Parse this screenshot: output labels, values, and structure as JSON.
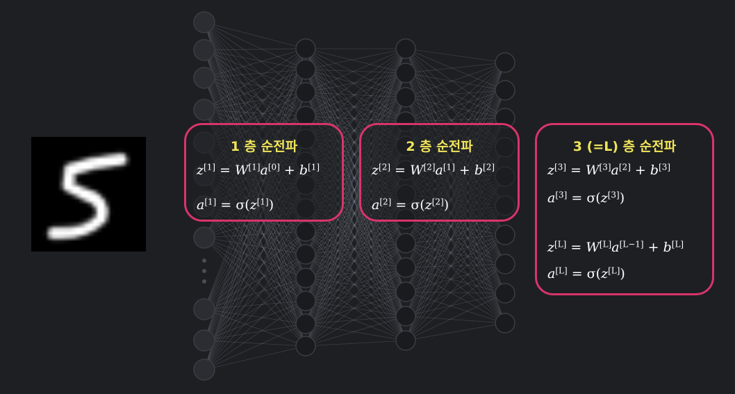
{
  "input_image": {
    "label": "handwritten-digit-5"
  },
  "network": {
    "layers": [
      {
        "label": "input"
      },
      {
        "label": "hidden-1"
      },
      {
        "label": "hidden-2"
      },
      {
        "label": "output"
      }
    ]
  },
  "boxes": [
    {
      "title": "1 층 순전파",
      "equations": [
        {
          "lhs": "z",
          "lhs_sup": "[1]",
          "rhs_prefix": " = ",
          "rhs": "W",
          "rhs_sup": "[1]",
          "a": "a",
          "a_sup": "[0]",
          "plus": " + ",
          "b": "b",
          "b_sup": "[1]"
        },
        {
          "lhs": "a",
          "lhs_sup": "[1]",
          "mid": " = σ(",
          "arg": "z",
          "arg_sup": "[1]",
          "close": ")"
        }
      ]
    },
    {
      "title": "2 층 순전파",
      "equations": [
        {
          "lhs": "z",
          "lhs_sup": "[2]",
          "rhs_prefix": " = ",
          "rhs": "W",
          "rhs_sup": "[2]",
          "a": "a",
          "a_sup": "[1]",
          "plus": " + ",
          "b": "b",
          "b_sup": "[2]"
        },
        {
          "lhs": "a",
          "lhs_sup": "[2]",
          "mid": " = σ(",
          "arg": "z",
          "arg_sup": "[2]",
          "close": ")"
        }
      ]
    },
    {
      "title": "3 (=L) 층 순전파",
      "equations": [
        {
          "lhs": "z",
          "lhs_sup": "[3]",
          "rhs_prefix": " = ",
          "rhs": "W",
          "rhs_sup": "[3]",
          "a": "a",
          "a_sup": "[2]",
          "plus": " + ",
          "b": "b",
          "b_sup": "[3]"
        },
        {
          "lhs": "a",
          "lhs_sup": "[3]",
          "mid": " = σ(",
          "arg": "z",
          "arg_sup": "[3]",
          "close": ")"
        },
        {
          "lhs": "z",
          "lhs_sup": "[L]",
          "rhs_prefix": " = ",
          "rhs": "W",
          "rhs_sup": "[L]",
          "a": "a",
          "a_sup": "[L−1]",
          "plus": " + ",
          "b": "b",
          "b_sup": "[L]"
        },
        {
          "lhs": "a",
          "lhs_sup": "[L]",
          "mid": " = σ(",
          "arg": "z",
          "arg_sup": "[L]",
          "close": ")"
        }
      ]
    }
  ],
  "colors": {
    "background": "#1e1f23",
    "box_border": "#d9346a",
    "title": "#f1e55a",
    "neuron": "#1a1b1f",
    "neuron_stroke": "#3a3d44",
    "edge": "#8a8f99"
  }
}
